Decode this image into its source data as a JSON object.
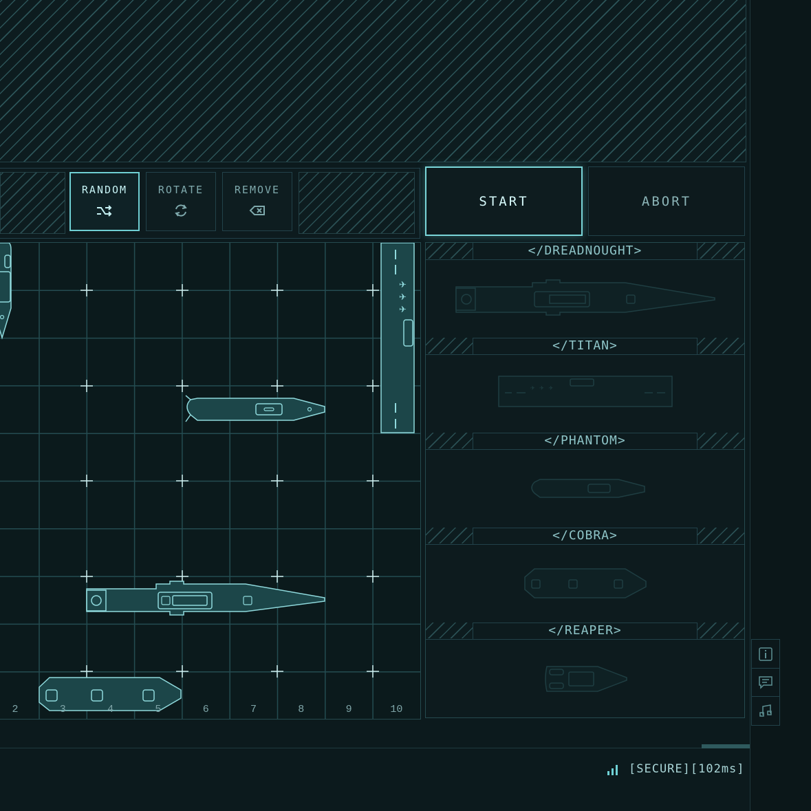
{
  "toolbar": {
    "random_label": "RANDOM",
    "rotate_label": "ROTATE",
    "remove_label": "REMOVE"
  },
  "actions": {
    "start_label": "START",
    "abort_label": "ABORT"
  },
  "board": {
    "column_labels": [
      "2",
      "3",
      "4",
      "5",
      "6",
      "7",
      "8",
      "9",
      "10"
    ],
    "placed_ships": [
      "REAPER",
      "DREADNOUGHT",
      "TITAN",
      "PHANTOM",
      "COBRA"
    ]
  },
  "fleet": {
    "items": [
      {
        "name": "</DREADNOUGHT>"
      },
      {
        "name": "</TITAN>"
      },
      {
        "name": "</PHANTOM>"
      },
      {
        "name": "</COBRA>"
      },
      {
        "name": "</REAPER>"
      }
    ]
  },
  "side_icons": [
    "info-icon",
    "chat-icon",
    "music-icon"
  ],
  "status": {
    "text": "[SECURE][102ms]",
    "signal_icon": "signal-bars-icon"
  },
  "colors": {
    "background": "#0c1a1d",
    "accent": "#7ad6d9",
    "grid": "#2b5358"
  }
}
